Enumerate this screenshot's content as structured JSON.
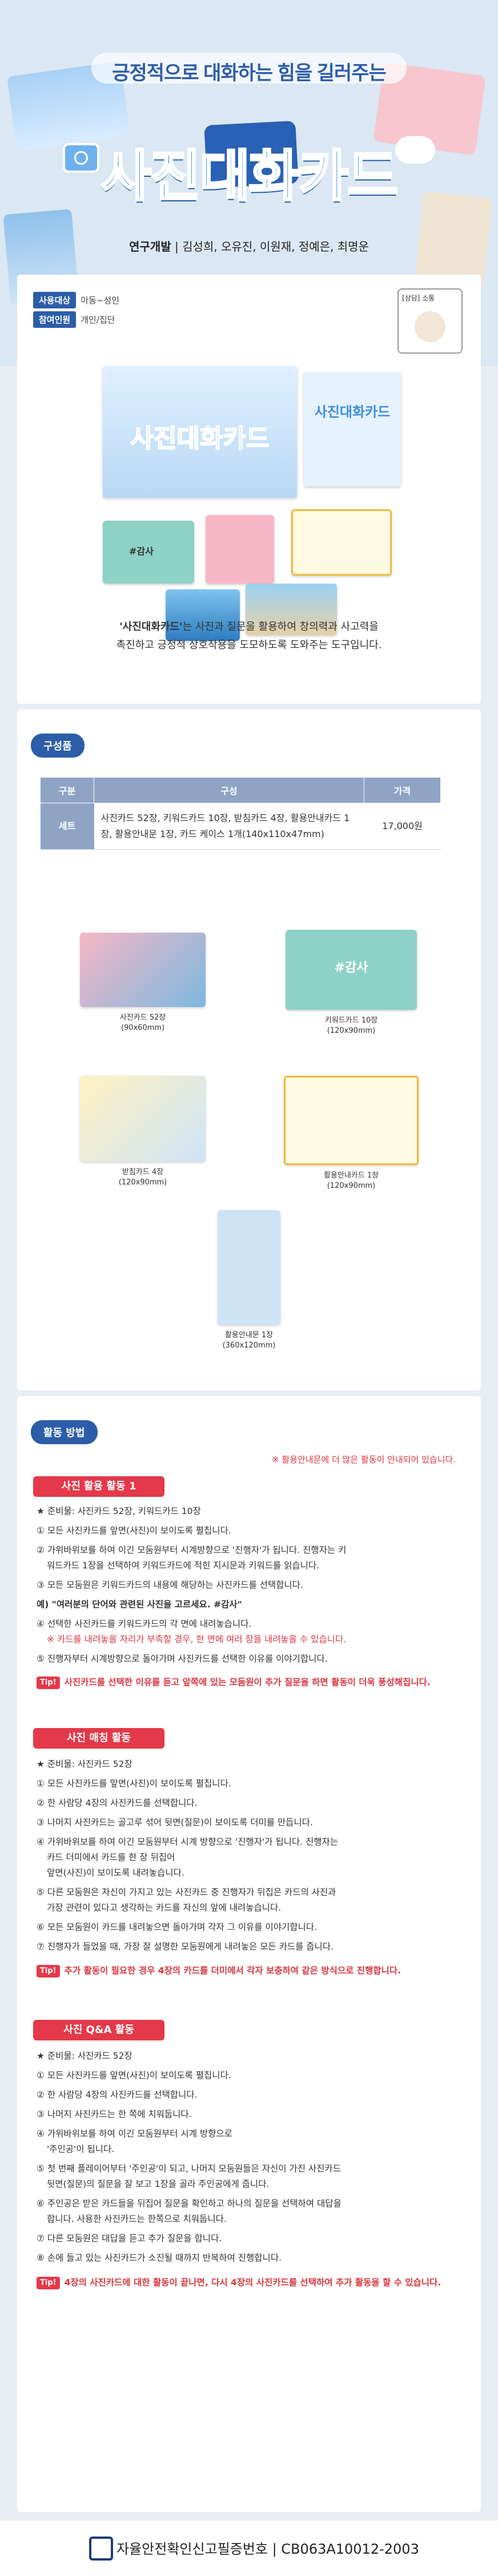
{
  "hero": {
    "subtitle": "긍정적으로 대화하는 힘을 길러주는",
    "title": "사진대화카드",
    "authors_label": "연구개발",
    "authors": "김성희, 오유진, 이원재, 정예은, 최명운"
  },
  "intro": {
    "tags": [
      {
        "label": "사용대상",
        "value": "아동~성인"
      },
      {
        "label": "참여인원",
        "value": "개인/집단"
      }
    ],
    "target_box_label": "[상담] 소통",
    "box_title": "사진대화카드",
    "side_box_title": "사진대화카드",
    "keyword_sample": "#감사",
    "description_bold": "'사진대화카드'",
    "description_rest_1": "는 사진과 질문을 활용하여 창의력과 사고력을",
    "description_line2": "촉진하고 긍정적 상호작용을 도모하도록 도와주는 도구입니다."
  },
  "components": {
    "heading": "구성품",
    "table": {
      "headers": [
        "구분",
        "구성",
        "가격"
      ],
      "row": {
        "label": "세트",
        "content": "사진카드 52장, 키워드카드 10장, 받침카드 4장, 활용안내카드 1장, 활용안내문 1장, 카드 케이스 1개(140x110x47mm)",
        "price": "17,000원"
      }
    },
    "items": [
      {
        "caption": "사진카드 52장\n(90x60mm)"
      },
      {
        "caption": "키워드카드 10장\n(120x90mm)"
      },
      {
        "caption": "받침카드 4장\n(120x90mm)"
      },
      {
        "caption": "활용안내카드 1장\n(120x90mm)"
      },
      {
        "caption": "활용안내문 1장\n(360x120mm)"
      }
    ],
    "keyword_card_text": "#감사"
  },
  "activity": {
    "heading": "활동 방법",
    "notice": "※ 활용안내문에 더 많은 활동이 안내되어 있습니다.",
    "sections": [
      {
        "title": "사진 활용 활동 1",
        "lines": [
          "★ 준비물: 사진카드 52장, 키워드카드 10장",
          "① 모든 사진카드를 앞면(사진)이 보이도록 펼칩니다.",
          "② 가위바위보를 하여 이긴 모둠원부터 시계방향으로 '진행자'가 됩니다. 진행자는 키",
          "워드카드 1장을 선택하여 키워드카드에 적힌 지시문과 키워드를 읽습니다.",
          "③ 모든 모둠원은 키워드카드의 내용에 해당하는 사진카드를 선택합니다.",
          "예) \"여러분의 단어와 관련된 사진을 고르세요. #감사\"",
          "④ 선택한 사진카드를 키워드카드의 각 면에 내려놓습니다.",
          "※ 카드를 내려놓을 자리가 부족할 경우, 한 면에 여러 장을 내려놓을 수 있습니다.",
          "⑤ 진행자부터 시계방향으로 돌아가며 사진카드를 선택한 이유를 이야기합니다."
        ],
        "tip": "사진카드를 선택한 이유를 듣고 앞쪽에 있는 모둠원이 추가 질문을 하면 활동이 더욱 풍성해집니다."
      },
      {
        "title": "사진 매칭 활동",
        "lines": [
          "★ 준비물: 사진카드 52장",
          "① 모든 사진카드를 앞면(사진)이 보이도록 펼칩니다.",
          "② 한 사람당 4장의 사진카드를 선택합니다.",
          "③ 나머지 사진카드는 골고루 섞어 뒷면(질문)이 보이도록 더미를 만듭니다.",
          "④ 가위바위보를 하여 이긴 모둠원부터 시계 방향으로 '진행자'가 됩니다. 진행자는",
          "카드 더미에서 카드를 한 장 뒤집어",
          "앞면(사진)이 보이도록 내려놓습니다.",
          "⑤ 다른 모둠원은 자신이 가지고 있는 사진카드 중 진행자가 뒤집은 카드의 사진과",
          "가장 관련이 있다고 생각하는 카드를 자신의 앞에 내려놓습니다.",
          "⑥ 모든 모둠원이 카드를 내려놓으면 돌아가며 각자 그 이유를 이야기합니다.",
          "⑦ 진행자가 들었을 때, 가장 잘 설명한 모둠원에게 내려놓은 모든 카드를 줍니다."
        ],
        "tip": "추가 활동이 필요한 경우 4장의 카드를 더미에서 각자 보충하여 같은 방식으로 진행합니다."
      },
      {
        "title": "사진 Q&A 활동",
        "lines": [
          "★ 준비물: 사진카드 52장",
          "① 모든 사진카드를 앞면(사진)이 보이도록 펼칩니다.",
          "② 한 사람당 4장의 사진카드를 선택합니다.",
          "③ 나머지 사진카드는 한 쪽에 치워둡니다.",
          "④ 가위바위보를 하여 이긴 모둠원부터 시계 방향으로",
          "'주인공'이 됩니다.",
          "⑤ 첫 번째 플레이어부터 '주인공'이 되고, 나머지 모둠원들은 자신이 가진 사진카드",
          "뒷면(질문)의 질문을 잘 보고 1장을 골라 주인공에게 줍니다.",
          "⑥ 주인공은 받은 카드들을 뒤집어 질문을 확인하고 하나의 질문을 선택하여 대답을",
          "합니다. 사용한 사진카드는 한쪽으로 치워둡니다.",
          "⑦ 다른 모둠원은 대답을 듣고 추가 질문을 합니다.",
          "⑧ 손에 들고 있는 사진카드가 소진될 때까지 반복하여 진행합니다."
        ],
        "tip": "4장의 사진카드에 대한 활동이 끝나면, 다시 4장의 사진카드를 선택하여 추가 활동을 할 수 있습니다."
      }
    ],
    "tip_badge": "Tip!"
  },
  "footer": {
    "text": "자율안전확인신고필증번호 | CB063A10012-2003"
  },
  "colors": {
    "primary_blue": "#2c5da8",
    "accent_red": "#e4394a",
    "table_header": "#8fa4c4"
  }
}
